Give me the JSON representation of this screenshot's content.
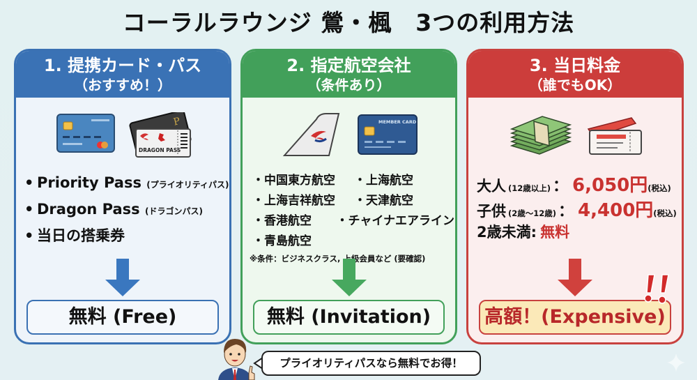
{
  "title": "コーラルラウンジ 鶯・楓　3つの利用方法",
  "colors": {
    "blue": "#3a72b5",
    "green": "#42a05a",
    "red": "#cc3d3b",
    "price_red": "#c93230"
  },
  "panels": [
    {
      "heading": "1. 提携カード・パス",
      "subheading": "（おすすめ！）",
      "icons": [
        "credit-card-icon",
        "dragon-pass-ticket-icon"
      ],
      "icon_texts": {
        "ticket": "DRAGON PASS",
        "card_letter": "P"
      },
      "items": [
        {
          "bullet": "•",
          "main": "Priority Pass",
          "note": "(プライオリティパス)"
        },
        {
          "bullet": "•",
          "main": "Dragon Pass",
          "note": "(ドラゴンパス)"
        },
        {
          "bullet": "•",
          "main": "当日の搭乗券",
          "note": ""
        }
      ],
      "result": "無料 (Free)"
    },
    {
      "heading": "2. 指定航空会社",
      "subheading": "（条件あり）",
      "icons": [
        "airplane-tail-icon",
        "member-card-icon"
      ],
      "icon_texts": {
        "card": "MEMBER CARD"
      },
      "airlines": [
        [
          "・中国東方航空",
          "・上海航空"
        ],
        [
          "・上海吉祥航空",
          "・天津航空"
        ],
        [
          "・香港航空",
          "・チャイナエアライン"
        ],
        [
          "・青島航空",
          ""
        ]
      ],
      "note": "※条件：ビジネスクラス, 上級会員など (要確認)",
      "result": "無料 (Invitation)"
    },
    {
      "heading": "3. 当日料金",
      "subheading": "（誰でもOK）",
      "icons": [
        "cash-stack-icon",
        "ticket-icon"
      ],
      "prices": [
        {
          "label": "大人",
          "age": "(12歳以上)",
          "colon": "：",
          "value": "6,050円",
          "tax": "(税込)"
        },
        {
          "label": "子供",
          "age": "(2歳〜12歳)",
          "colon": "：",
          "value": "4,400円",
          "tax": "(税込)"
        },
        {
          "label": "2歳未満:",
          "age": "",
          "colon": "",
          "value": "無料",
          "tax": ""
        }
      ],
      "result": "高額！(Expensive)",
      "exclamation": "!!"
    }
  ],
  "speech": "プライオリティパスなら無料でお得！"
}
